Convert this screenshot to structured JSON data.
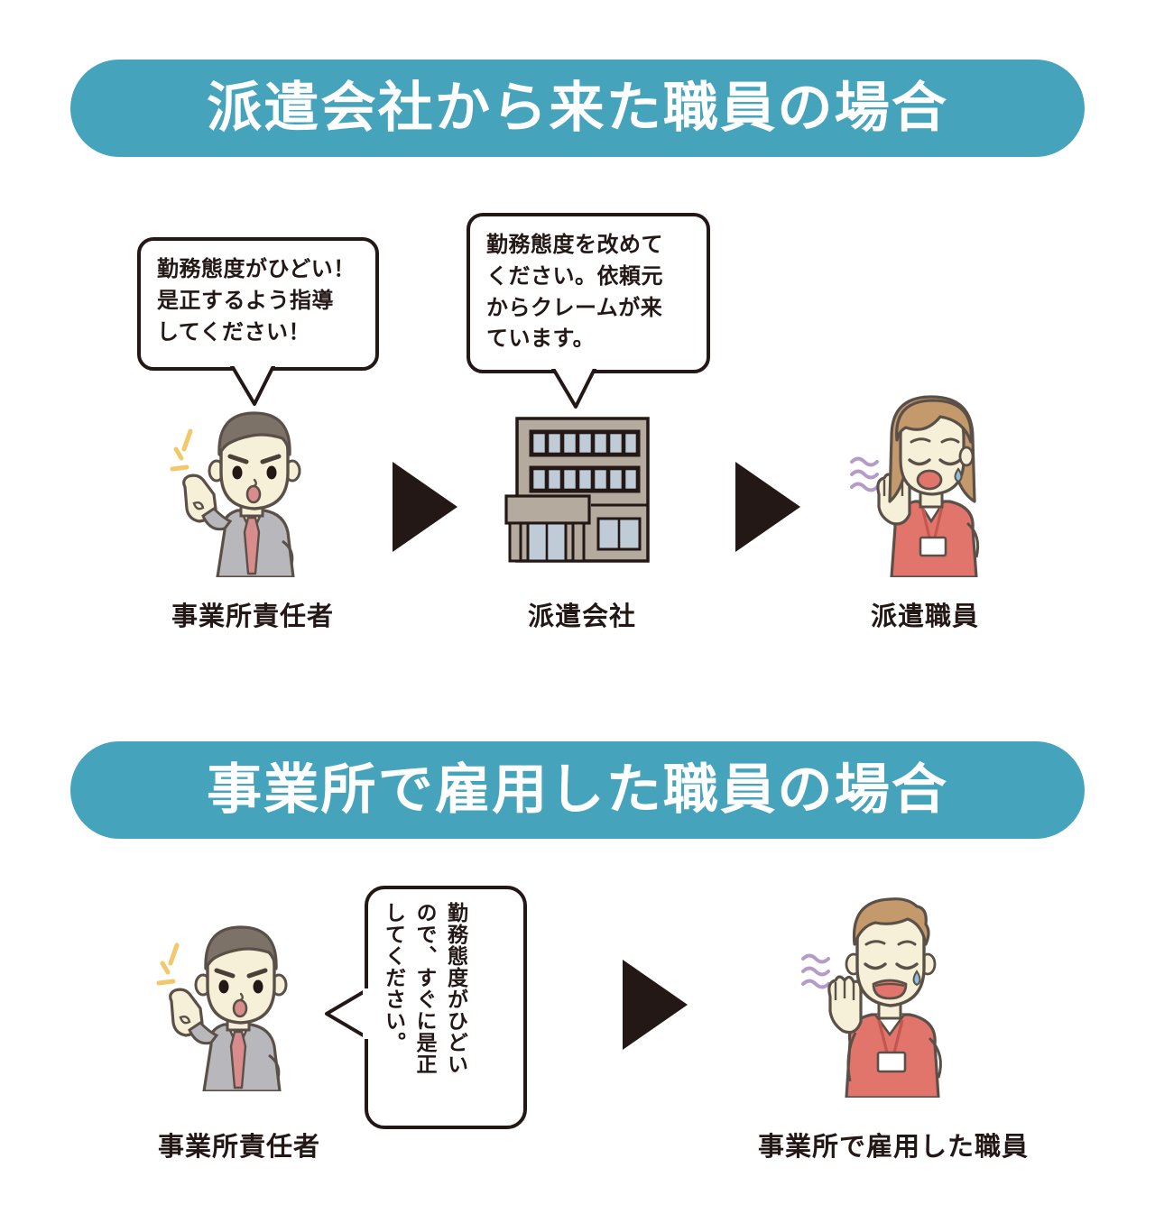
{
  "document": {
    "type": "infographic",
    "language": "ja",
    "background_color": "#FFFFFF"
  },
  "theme": {
    "banner_color": "#46A3BC",
    "banner_text_color": "#FFFFFF",
    "ink_color": "#231815",
    "arrow_color": "#231815",
    "skin_color": "#F7F0D8",
    "suit_color": "#B8B8BC",
    "tie_color": "#D98C8C",
    "uniform_color": "#E2756B",
    "hair_manager_color": "#7D7268",
    "hair_worker_color": "#C49A6C",
    "building_color": "#B5AA9E",
    "window_color": "#BFCBD6",
    "squiggle_color": "#B49BC8",
    "spark_color": "#F2C86B",
    "tear_color": "#8FBEDC"
  },
  "sections": [
    {
      "id": "dispatched",
      "banner_label": "派遣会社から来た職員の場合",
      "bubbles": [
        {
          "id": "bubble-manager-to-agency",
          "orientation": "horizontal",
          "text": "勤務態度がひどい！\n是正するよう指導\nしてください！",
          "tail": "down"
        },
        {
          "id": "bubble-agency-to-worker",
          "orientation": "horizontal",
          "text": "勤務態度を改めて\nください。依頼元\nからクレームが来\nています。",
          "tail": "down"
        }
      ],
      "nodes": [
        {
          "id": "office-manager",
          "caption": "事業所責任者",
          "icon": "manager-pointing-icon"
        },
        {
          "id": "dispatch-agency",
          "caption": "派遣会社",
          "icon": "office-building-icon"
        },
        {
          "id": "dispatched-worker",
          "caption": "派遣職員",
          "icon": "female-worker-distressed-icon"
        }
      ],
      "arrows": [
        {
          "id": "arrow-manager-to-agency",
          "direction": "right"
        },
        {
          "id": "arrow-agency-to-worker",
          "direction": "right"
        }
      ]
    },
    {
      "id": "directly-hired",
      "banner_label": "事業所で雇用した職員の場合",
      "bubbles": [
        {
          "id": "bubble-manager-to-employee",
          "orientation": "vertical",
          "columns": [
            "勤務態度がひどい",
            "ので、すぐに是正",
            "してください。"
          ],
          "text": "勤務態度がひどいので、すぐに是正してください。",
          "tail": "left"
        }
      ],
      "nodes": [
        {
          "id": "office-manager-2",
          "caption": "事業所責任者",
          "icon": "manager-pointing-icon"
        },
        {
          "id": "hired-employee",
          "caption": "事業所で雇用した職員",
          "icon": "male-worker-distressed-icon"
        }
      ],
      "arrows": [
        {
          "id": "arrow-manager-to-employee",
          "direction": "right"
        }
      ]
    }
  ]
}
